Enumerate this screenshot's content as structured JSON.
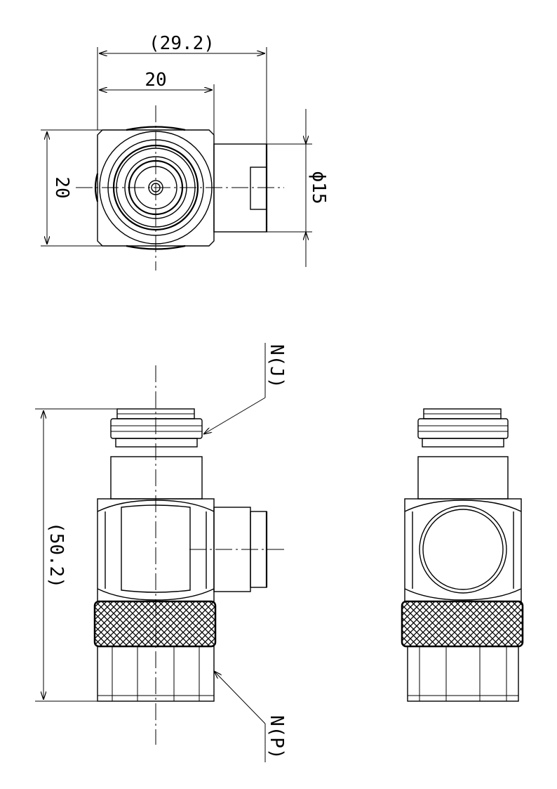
{
  "dimensions": {
    "top_overall_width": "(29.2)",
    "top_body_width": "20",
    "top_body_height": "20",
    "port_diameter": "ϕ15",
    "front_overall_height": "(50.2)"
  },
  "labels": {
    "upper_connector": "N(J)",
    "lower_connector": "N(P)"
  }
}
